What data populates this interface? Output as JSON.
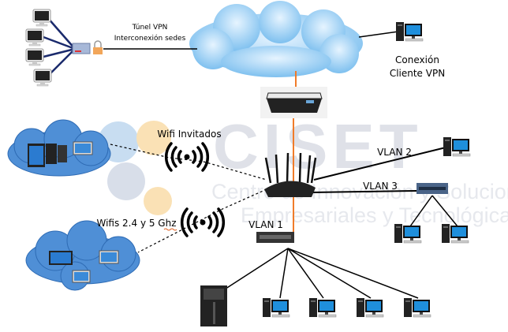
{
  "labels": {
    "vpn_tunnel_line1": "Túnel VPN",
    "vpn_tunnel_line2": "Interconexión sedes",
    "vpn_client_line1": "Conexión",
    "vpn_client_line2": "Cliente VPN",
    "wifi_guests": "Wifi Invitados",
    "wifi_main": "Wifis 2.4 y 5 Ghz",
    "vlan1": "VLAN 1",
    "vlan2": "VLAN 2",
    "vlan3": "VLAN 3"
  },
  "watermark": {
    "logo_text": "CISET",
    "subtitle_line1": "Centro de Innovación y Soluciones",
    "subtitle_line2": "Empresariales y Tecnológicas"
  },
  "colors": {
    "cloud": "#4f9bdc",
    "internet_cloud": "#a8d4f5",
    "uplink": "#f07c2a",
    "watermark": "#c5cad6",
    "vpn_links": "#1a2a6c"
  }
}
